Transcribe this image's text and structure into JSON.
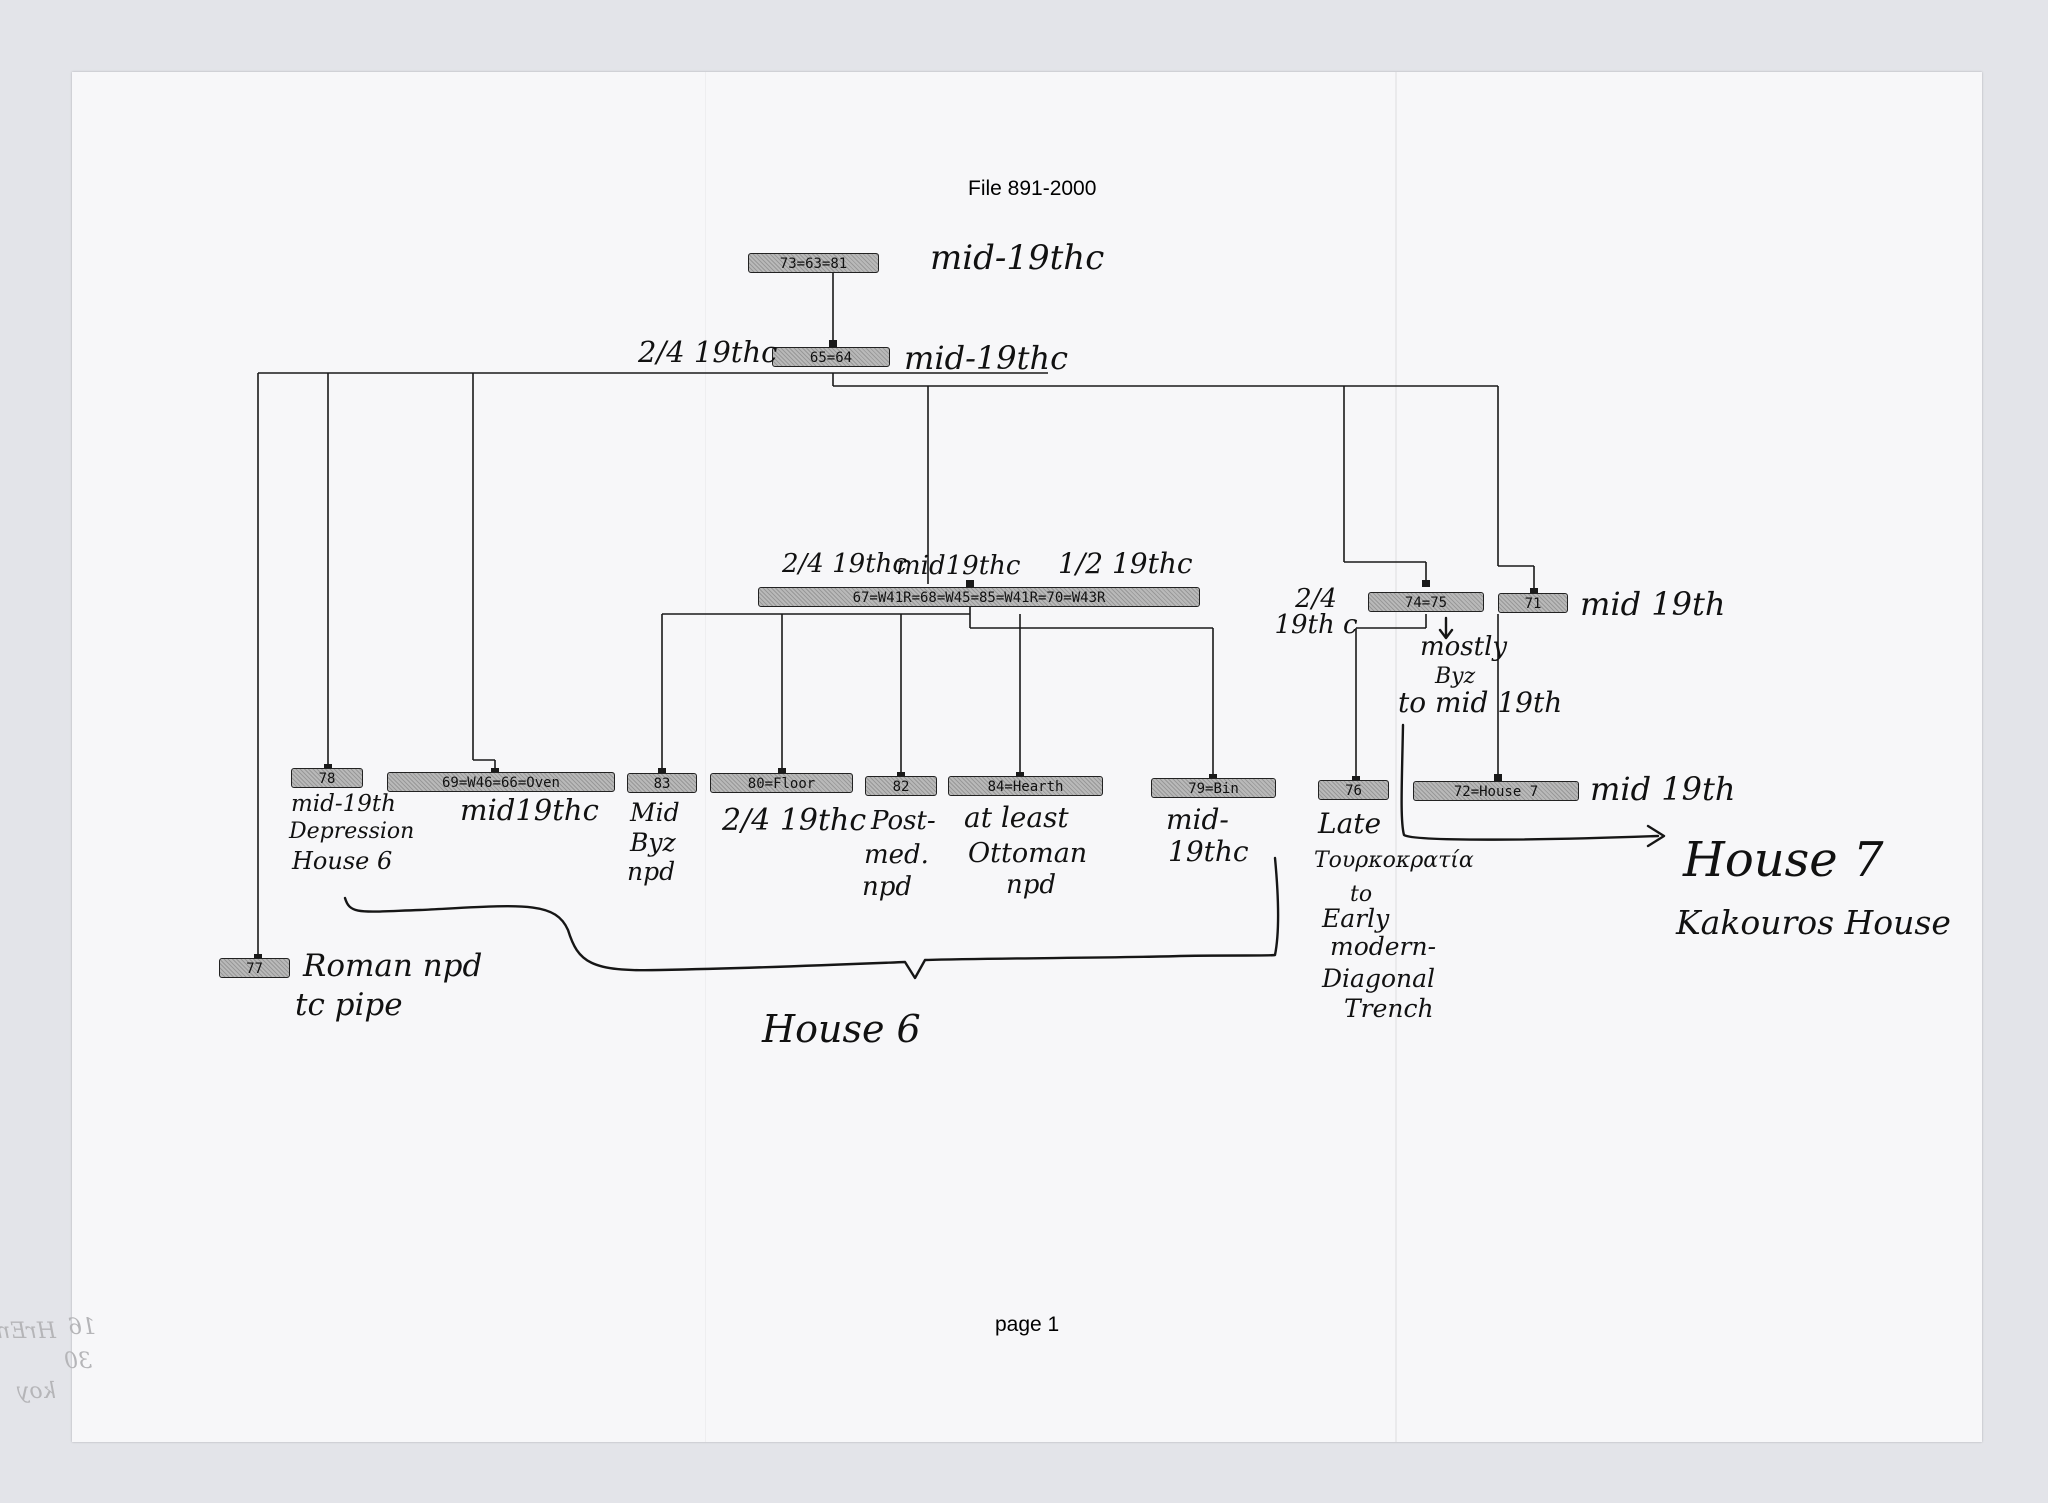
{
  "header": {
    "title": "File 891-2000"
  },
  "footer": {
    "page": "page 1"
  },
  "nodes": {
    "n73": "73=63=81",
    "n65": "65=64",
    "n67": "67=W41R=68=W45=85=W41R=70=W43R",
    "n74": "74=75",
    "n71": "71",
    "n78": "78",
    "n69": "69=W46=66=Oven",
    "n83": "83",
    "n80": "80=Floor",
    "n82": "82",
    "n84": "84=Hearth",
    "n79": "79=Bin",
    "n76": "76",
    "n72": "72=House 7",
    "n77": "77"
  },
  "notes": {
    "a73": "mid-19thc",
    "a65_left": "2/4 19thc",
    "a65_right": "mid-19thc",
    "a67_left": "2/4 19thc",
    "a67_mid": "mid19thc",
    "a67_right": "1/2 19thc",
    "a74_left": "2/4 19th c",
    "a74_below": [
      "mostly",
      "Byz",
      "to mid 19th"
    ],
    "a71": "mid 19th",
    "a78": [
      "mid-19th",
      "Depression",
      "House 6"
    ],
    "a69": "mid19thc",
    "a83": [
      "Mid",
      "Byz",
      "npd"
    ],
    "a80": "2/4 19thc",
    "a82": [
      "Post-",
      "med.",
      "npd"
    ],
    "a84": [
      "at least",
      "Ottoman",
      "npd"
    ],
    "a79": [
      "mid-",
      "19thc"
    ],
    "a76": [
      "Late",
      "Τουρκοκρατία",
      "to",
      "Early",
      "modern-",
      "Diagonal",
      "Trench"
    ],
    "a72": "mid 19th",
    "a77": [
      "Roman npd",
      "tc pipe"
    ],
    "house6": "House 6",
    "house7": [
      "House 7",
      "Kakouros House"
    ]
  },
  "stamp": [
    "16",
    "HrEn",
    "30",
    "koy"
  ]
}
